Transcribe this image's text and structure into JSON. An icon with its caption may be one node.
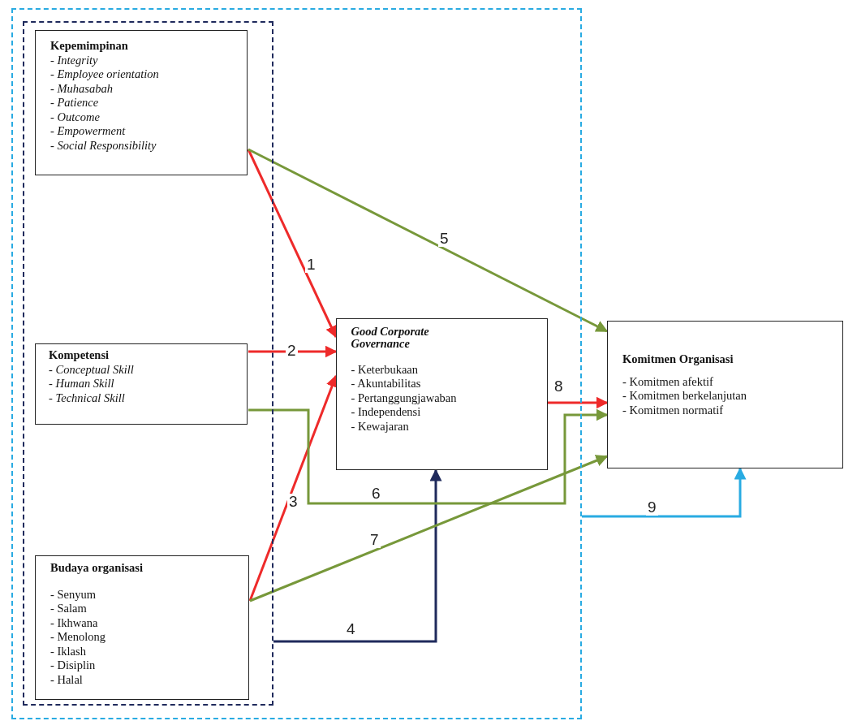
{
  "diagram": {
    "nodes": [
      {
        "text": [],
        "shape": "box"
      },
      {
        "text": [],
        "shape": "box",
        "in": 0
      },
      {
        "text": [
          "Kepemimpinan",
          "- *Integrity*",
          "- *Employee orientation*",
          "- *Muhasabah*",
          "- *Patience*",
          "- *Outcome*",
          "- *Empowerment*",
          "- *Social Responsibility*"
        ],
        "in": 1
      },
      {
        "text": [
          "Kompetensi",
          "- *Conceptual Skill*",
          "- *Human Skill*",
          "- *Technical Skill*"
        ],
        "in": 1
      },
      {
        "text": [
          "Budaya organisasi",
          "- Senyum",
          "- Salam",
          "- Ikhwana",
          "- Menolong",
          "- Iklash",
          "- Disiplin",
          "- Halal"
        ],
        "in": 1
      },
      {
        "text": [
          "Good Corporate Governance",
          "- Keterbukaan",
          "- Akuntabilitas",
          "- Pertanggungjawaban",
          "- Independensi",
          "- Kewajaran"
        ],
        "in": 0
      },
      {
        "text": [
          "Komitmen Organisasi",
          "- Komitmen afektif",
          "- Komitmen berkelanjutan",
          "- Komitmen normatif"
        ]
      }
    ],
    "edges": [
      {
        "from": 2,
        "to": 5,
        "arrow": "to",
        "label": "1",
        "color": "#ee2a2a"
      },
      {
        "from": 3,
        "to": 5,
        "arrow": "to",
        "label": "2",
        "color": "#ee2a2a"
      },
      {
        "from": 4,
        "to": 5,
        "arrow": "to",
        "label": "3",
        "color": "#ee2a2a"
      },
      {
        "from": 1,
        "to": 5,
        "arrow": "to",
        "label": "4",
        "color": "#1f2a5c"
      },
      {
        "from": 2,
        "to": 6,
        "arrow": "to",
        "label": "5",
        "color": "#77983a"
      },
      {
        "from": 3,
        "to": 6,
        "arrow": "to",
        "label": "6",
        "color": "#77983a"
      },
      {
        "from": 4,
        "to": 6,
        "arrow": "to",
        "label": "7",
        "color": "#77983a"
      },
      {
        "from": 5,
        "to": 6,
        "arrow": "to",
        "label": "8",
        "color": "#ee2a2a"
      },
      {
        "from": 0,
        "to": 6,
        "arrow": "to",
        "label": "9",
        "color": "#29abe2"
      }
    ]
  }
}
